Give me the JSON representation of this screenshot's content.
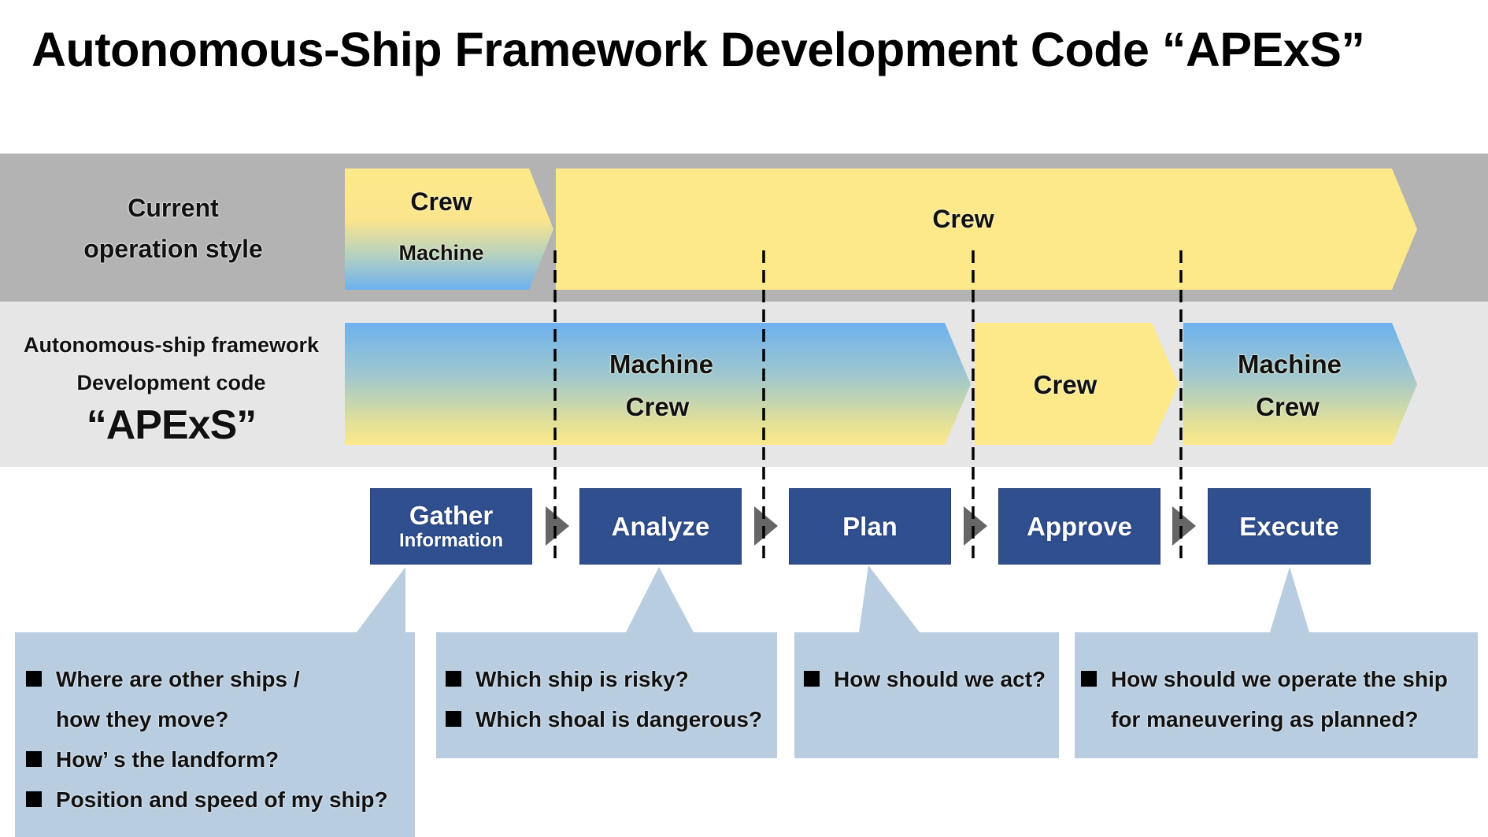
{
  "title": "Autonomous-Ship Framework  Development Code “APExS”",
  "colors": {
    "current_band": "#b3b3b3",
    "apexs_band": "#e6e6e6",
    "crew_yellow": "#fde98a",
    "machine_blue": "#6db1ef",
    "process_box": "#2f4f8f",
    "callout": "#b9cde0",
    "step_arrow": "#666666"
  },
  "rows": {
    "current": {
      "label_lines": [
        "Current",
        "operation style"
      ],
      "segments": [
        {
          "lines": [
            "Crew",
            "Machine"
          ],
          "style": "crew-to-machine"
        },
        {
          "lines": [
            "Crew"
          ],
          "style": "crew"
        }
      ]
    },
    "apexs": {
      "label_lines": [
        "Autonomous-ship framework",
        "Development code"
      ],
      "code": "“APExS”",
      "segments": [
        {
          "lines": [
            "Machine",
            "Crew"
          ],
          "style": "machine-to-crew"
        },
        {
          "lines": [
            "Crew"
          ],
          "style": "crew"
        },
        {
          "lines": [
            "Machine",
            "Crew"
          ],
          "style": "machine-to-crew"
        }
      ]
    }
  },
  "steps": [
    {
      "main": "Gather",
      "sub": "Information"
    },
    {
      "main": "Analyze"
    },
    {
      "main": "Plan"
    },
    {
      "main": "Approve"
    },
    {
      "main": "Execute"
    }
  ],
  "callouts": [
    {
      "step": "Gather Information",
      "items": [
        "Where are other ships /\nhow they move?",
        "How’ s the landform?",
        "Position and speed of my ship?"
      ]
    },
    {
      "step": "Analyze",
      "items": [
        "Which ship is risky?",
        "Which shoal is dangerous?"
      ]
    },
    {
      "step": "Plan",
      "items": [
        "How should we act?"
      ]
    },
    {
      "step": "Execute",
      "items": [
        "How should we operate the ship\nfor maneuvering as planned?"
      ]
    }
  ]
}
